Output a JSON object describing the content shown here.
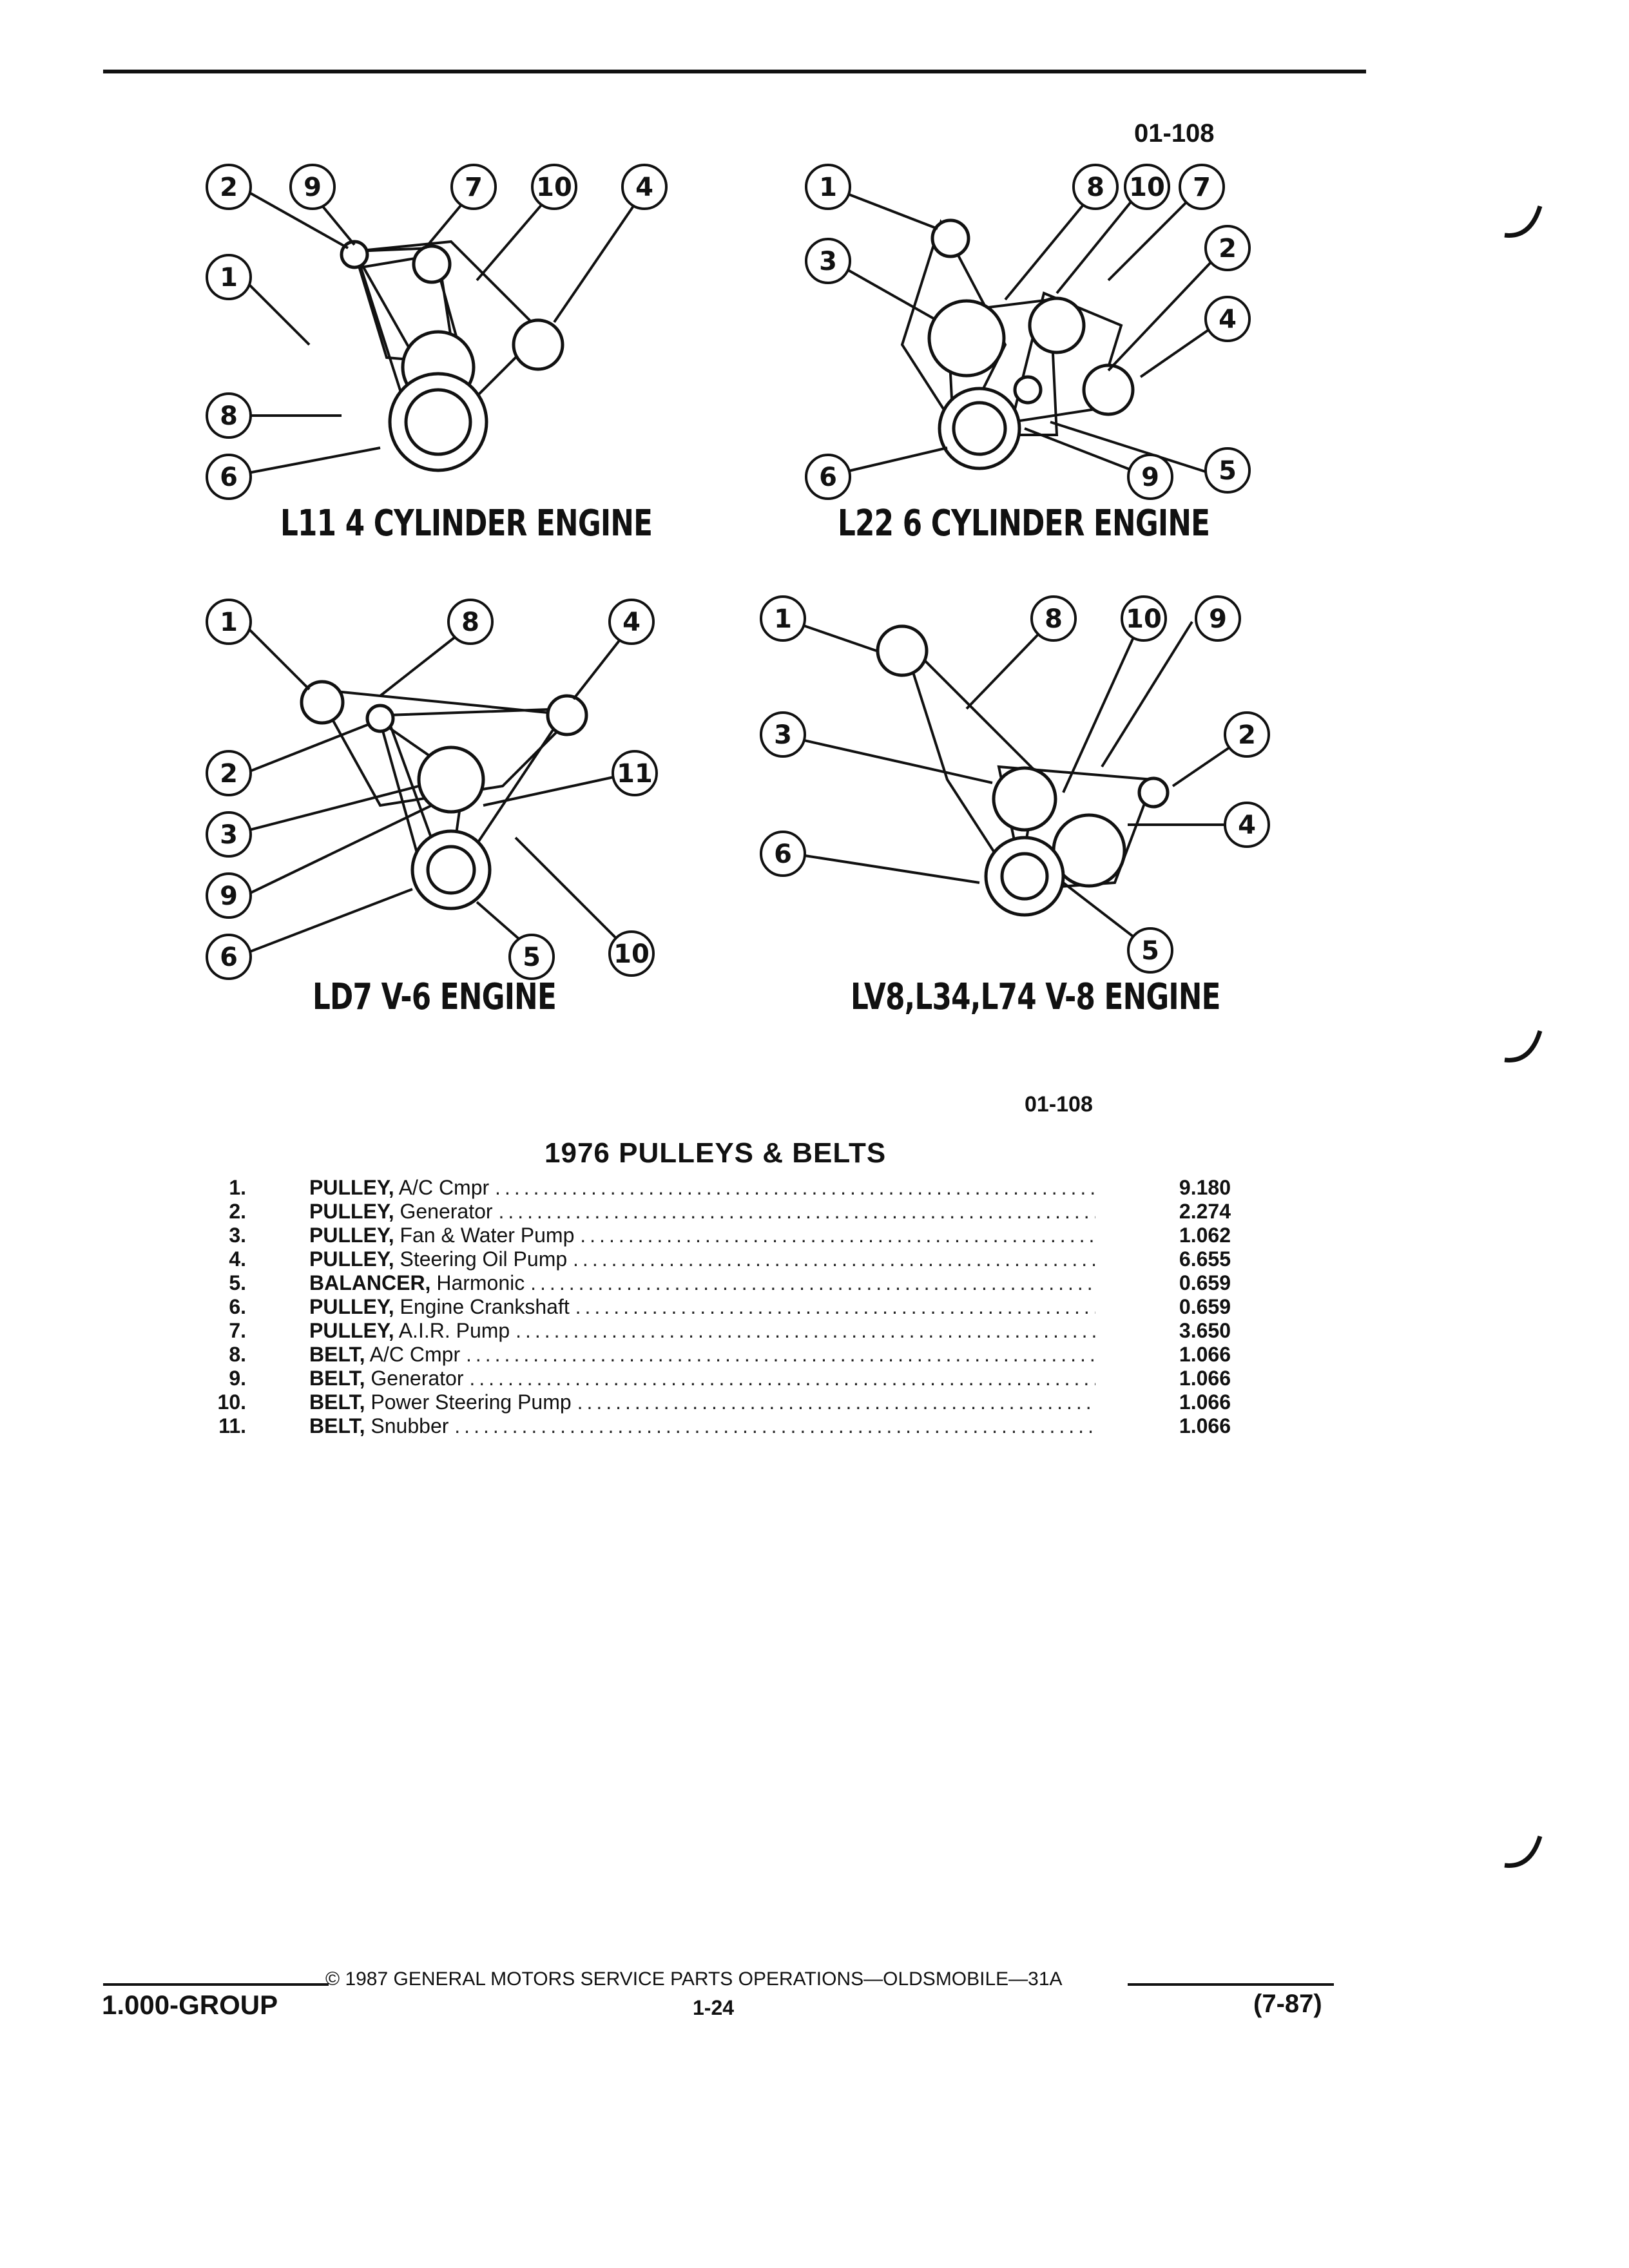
{
  "top_fig_id": "01-108",
  "diagrams": [
    {
      "caption": "L11 4 CYLINDER ENGINE"
    },
    {
      "caption": "L22 6 CYLINDER ENGINE"
    },
    {
      "caption": "LD7 V-6 ENGINE"
    },
    {
      "caption": "LV8,L34,L74 V-8 ENGINE"
    }
  ],
  "lower_fig_id": "01-108",
  "table": {
    "title": "1976 PULLEYS & BELTS",
    "rows": [
      {
        "num": "1.",
        "name": "PULLEY,",
        "desc": " A/C Cmpr",
        "value": "9.180"
      },
      {
        "num": "2.",
        "name": "PULLEY,",
        "desc": " Generator",
        "value": "2.274"
      },
      {
        "num": "3.",
        "name": "PULLEY,",
        "desc": " Fan & Water Pump",
        "value": "1.062"
      },
      {
        "num": "4.",
        "name": "PULLEY,",
        "desc": " Steering Oil Pump",
        "value": "6.655"
      },
      {
        "num": "5.",
        "name": "BALANCER,",
        "desc": " Harmonic",
        "value": "0.659"
      },
      {
        "num": "6.",
        "name": "PULLEY,",
        "desc": " Engine Crankshaft",
        "value": "0.659"
      },
      {
        "num": "7.",
        "name": "PULLEY,",
        "desc": " A.I.R. Pump",
        "value": "3.650"
      },
      {
        "num": "8.",
        "name": "BELT,",
        "desc": " A/C Cmpr",
        "value": "1.066"
      },
      {
        "num": "9.",
        "name": "BELT,",
        "desc": " Generator",
        "value": "1.066"
      },
      {
        "num": "10.",
        "name": "BELT,",
        "desc": " Power Steering Pump",
        "value": "1.066"
      },
      {
        "num": "11.",
        "name": "BELT,",
        "desc": " Snubber",
        "value": "1.066"
      }
    ]
  },
  "footer": {
    "copyright": "© 1987 GENERAL MOTORS SERVICE PARTS OPERATIONS—OLDSMOBILE—31A",
    "group": "1.000-GROUP",
    "page": "1-24",
    "date": "(7-87)"
  }
}
